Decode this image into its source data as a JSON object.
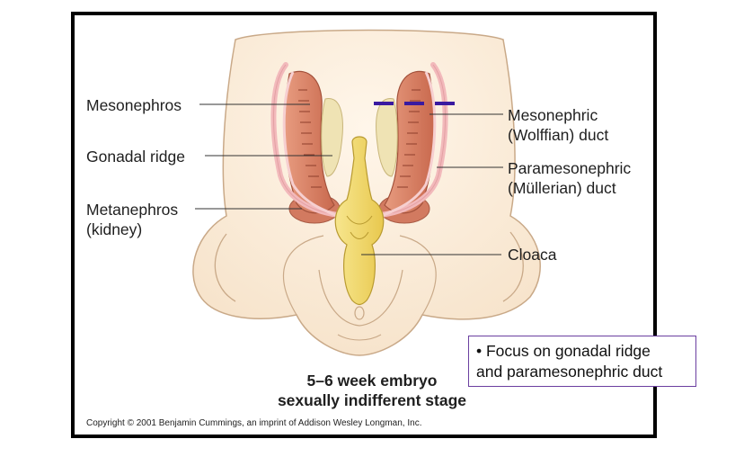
{
  "labels": {
    "mesonephros": "Mesonephros",
    "gonadal_ridge": "Gonadal ridge",
    "metanephros_line1": "Metanephros",
    "metanephros_line2": "(kidney)",
    "mesonephric_line1": "Mesonephric",
    "mesonephric_line2": "(Wolffian) duct",
    "paramesonephric_line1": "Paramesonephric",
    "paramesonephric_line2": "(Müllerian) duct",
    "cloaca": "Cloaca"
  },
  "caption": {
    "line1": "5–6 week embryo",
    "line2": "sexually indifferent stage"
  },
  "copyright": "Copyright © 2001 Benjamin Cummings, an imprint of Addison Wesley Longman, Inc.",
  "note": {
    "line1": "• Focus on gonadal ridge",
    "line2": "and paramesonephric duct"
  },
  "colors": {
    "frame": "#000000",
    "body_fill": "#fbeede",
    "body_stroke": "#b89a78",
    "mesonephros_fill": "#d98468",
    "duct_pink": "#f2b9bb",
    "gonad_fill": "#eee0b0",
    "cloaca_yellow": "#f2dc6e",
    "dash_marker": "#3a1aa0",
    "note_border": "#6b3fa0"
  }
}
